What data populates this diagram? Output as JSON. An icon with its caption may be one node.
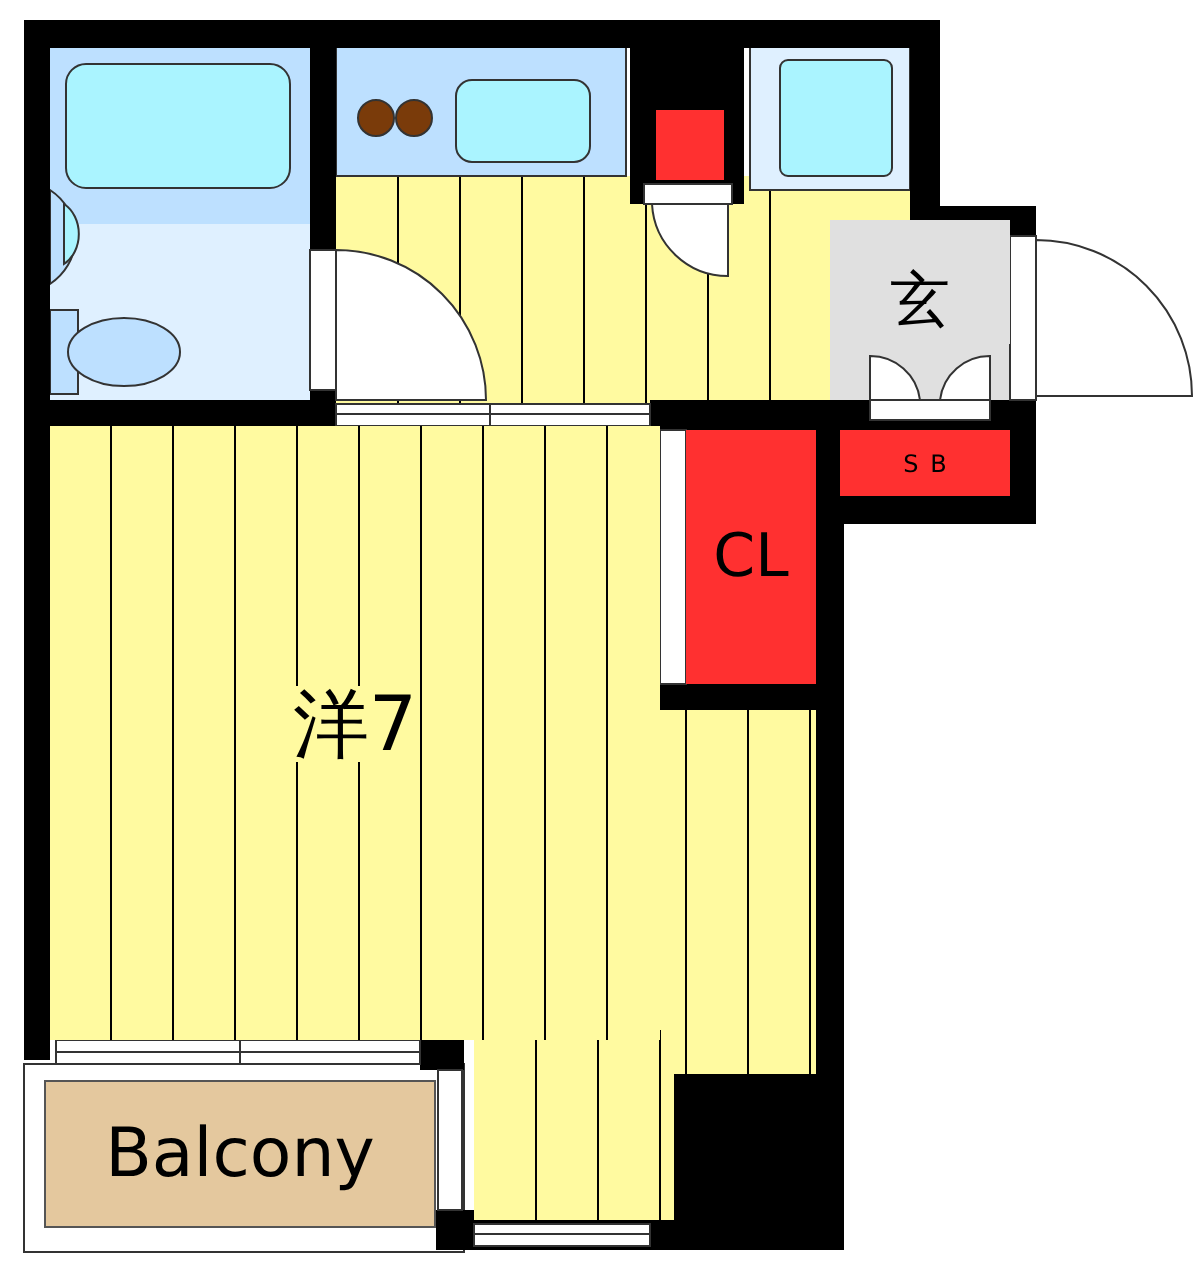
{
  "diagram": {
    "nodes": [
      {
        "text": [
          "洋7"
        ]
      },
      {
        "text": [
          "玄"
        ]
      },
      {
        "text": [
          "CL"
        ]
      },
      {
        "text": [
          "SB"
        ]
      },
      {
        "text": [
          "Balcony"
        ]
      }
    ]
  }
}
